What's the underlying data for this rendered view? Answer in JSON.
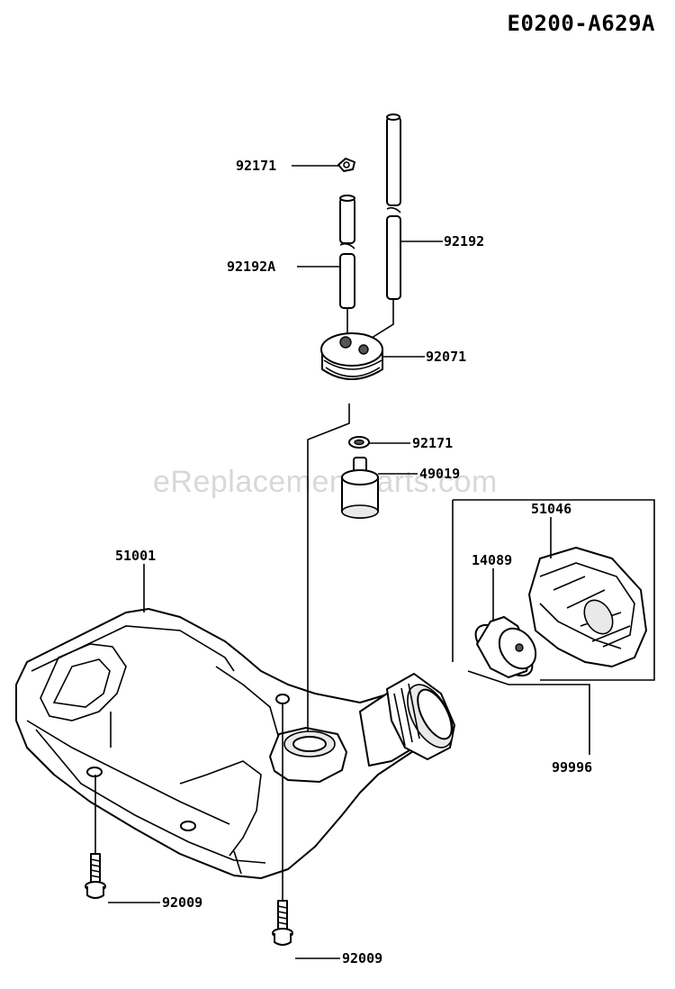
{
  "diagram_code": "E0200-A629A",
  "watermark": "eReplacementParts.com",
  "parts": {
    "p1": "92171",
    "p2": "92192",
    "p3": "92192A",
    "p4": "92071",
    "p5": "92171",
    "p6": "49019",
    "p7": "51046",
    "p8": "14089",
    "p9": "51001",
    "p10": "99996",
    "p11": "92009",
    "p12": "92009"
  }
}
